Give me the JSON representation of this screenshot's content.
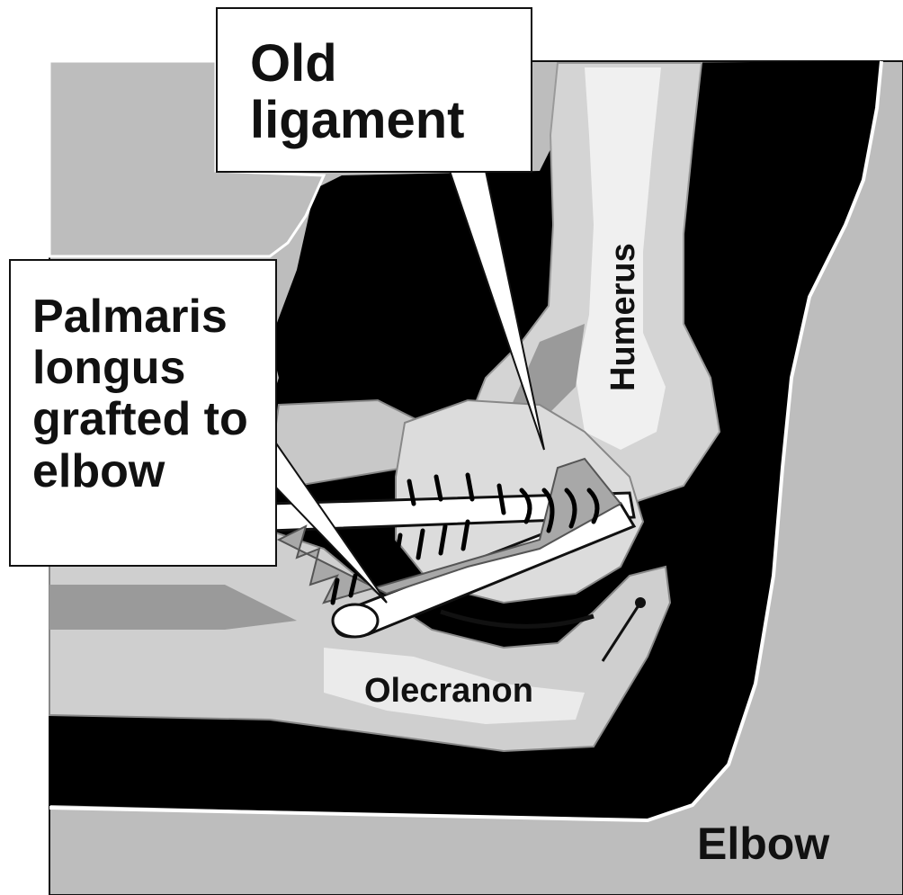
{
  "labels": {
    "old_ligament_line1": "Old",
    "old_ligament_line2": "ligament",
    "palmaris_line1": "Palmaris",
    "palmaris_line2": "longus",
    "palmaris_line3": "grafted to",
    "palmaris_line4": "elbow",
    "humerus": "Humerus",
    "olecranon": "Olecranon",
    "elbow": "Elbow"
  },
  "colors": {
    "background_skin": "#bdbdbd",
    "cavity": "#000000",
    "bone_light": "#e8e8e8",
    "bone_mid": "#c8c8c8",
    "bone_dark": "#9a9a9a",
    "tendon": "#ffffff",
    "ink": "#111111"
  }
}
